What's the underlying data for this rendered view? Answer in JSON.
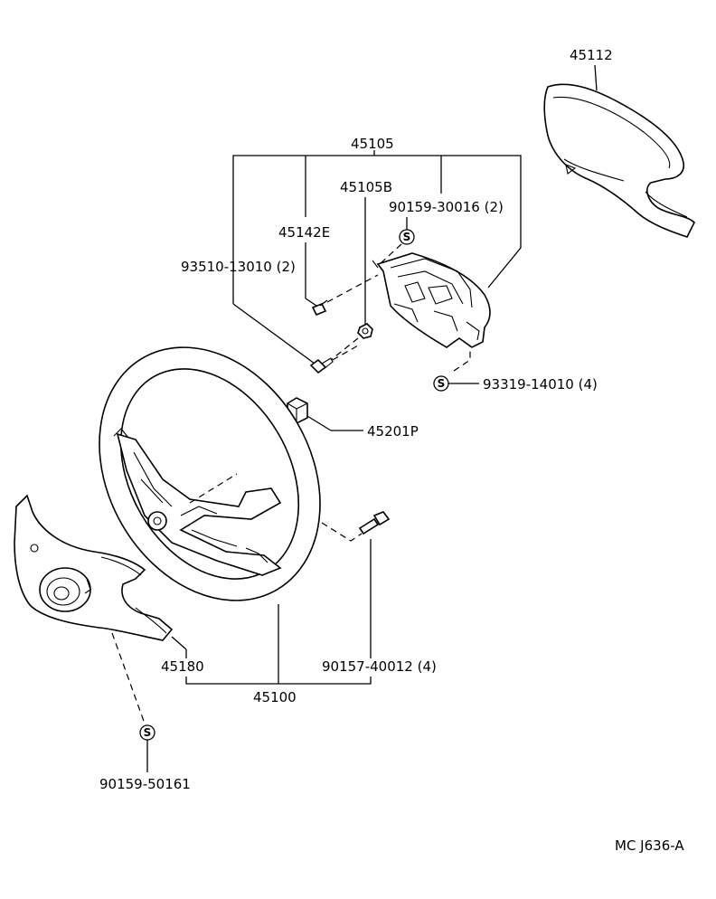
{
  "labels": {
    "p45112": "45112",
    "p45105": "45105",
    "p45105b": "45105B",
    "p90159_30016": "90159-30016 (2)",
    "p45142e": "45142E",
    "p93510": "93510-13010 (2)",
    "p93319": "93319-14010 (4)",
    "p45201p": "45201P",
    "p45180": "45180",
    "p90157": "90157-40012 (4)",
    "p45100": "45100",
    "p90159_50161": "90159-50161",
    "drawing_code": "MC J636-A"
  },
  "symbols": {
    "s": "S"
  }
}
